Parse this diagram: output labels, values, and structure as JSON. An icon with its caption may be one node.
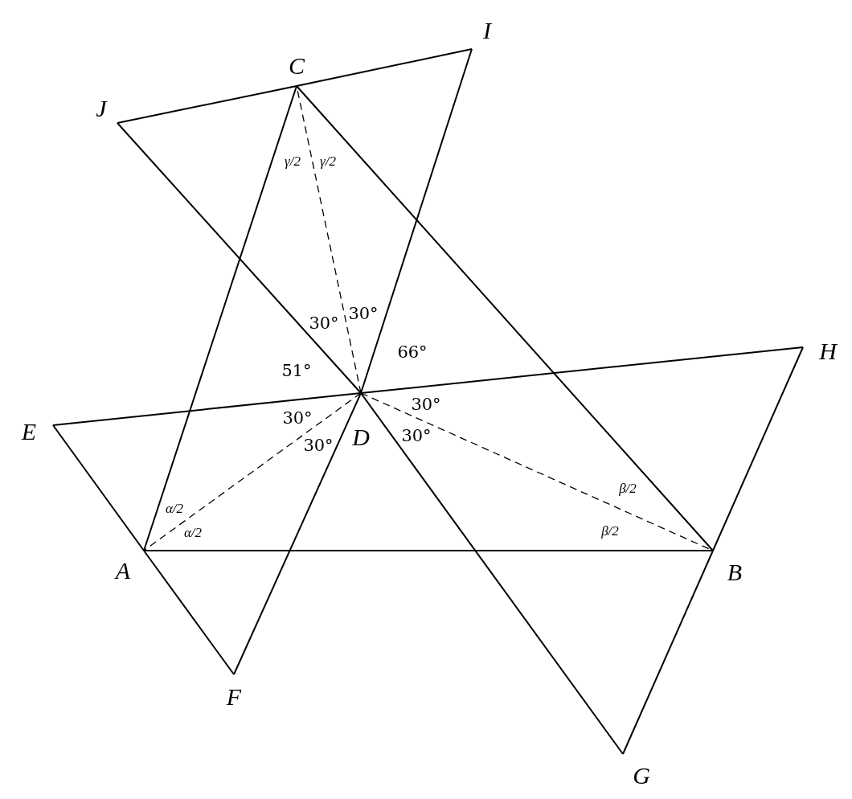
{
  "diagram": {
    "nodes": [
      {
        "text": [
          "A"
        ]
      },
      {
        "text": [
          "B"
        ]
      },
      {
        "text": [
          "C"
        ]
      },
      {
        "text": [
          "D"
        ]
      },
      {
        "text": [
          "E"
        ]
      },
      {
        "text": [
          "F"
        ]
      },
      {
        "text": [
          "G"
        ]
      },
      {
        "text": [
          "H"
        ]
      },
      {
        "text": [
          "I"
        ]
      },
      {
        "text": [
          "J"
        ]
      }
    ],
    "edges": [
      {
        "from": 0,
        "to": 1,
        "arrow": "none"
      },
      {
        "from": 1,
        "to": 2,
        "arrow": "none"
      },
      {
        "from": 2,
        "to": 0,
        "arrow": "none"
      },
      {
        "from": 3,
        "to": 0,
        "arrow": "none",
        "style": "dashed"
      },
      {
        "from": 3,
        "to": 1,
        "arrow": "none",
        "style": "dashed"
      },
      {
        "from": 3,
        "to": 2,
        "arrow": "none",
        "style": "dashed"
      },
      {
        "from": 4,
        "to": 0,
        "arrow": "none"
      },
      {
        "from": 0,
        "to": 5,
        "arrow": "none"
      },
      {
        "from": 9,
        "to": 2,
        "arrow": "none"
      },
      {
        "from": 2,
        "to": 8,
        "arrow": "none"
      },
      {
        "from": 7,
        "to": 1,
        "arrow": "none"
      },
      {
        "from": 1,
        "to": 6,
        "arrow": "none"
      },
      {
        "from": 3,
        "to": 4,
        "arrow": "none"
      },
      {
        "from": 3,
        "to": 7,
        "arrow": "none"
      },
      {
        "from": 3,
        "to": 5,
        "arrow": "none"
      },
      {
        "from": 3,
        "to": 8,
        "arrow": "none"
      },
      {
        "from": 3,
        "to": 9,
        "arrow": "none"
      },
      {
        "from": 3,
        "to": 6,
        "arrow": "none"
      }
    ],
    "labels": [
      "γ/2",
      "γ/2",
      "30°",
      "30°",
      "66°",
      "51°",
      "30°",
      "30°",
      "30°",
      "30°",
      "α/2",
      "α/2",
      "β/2",
      "β/2"
    ]
  }
}
